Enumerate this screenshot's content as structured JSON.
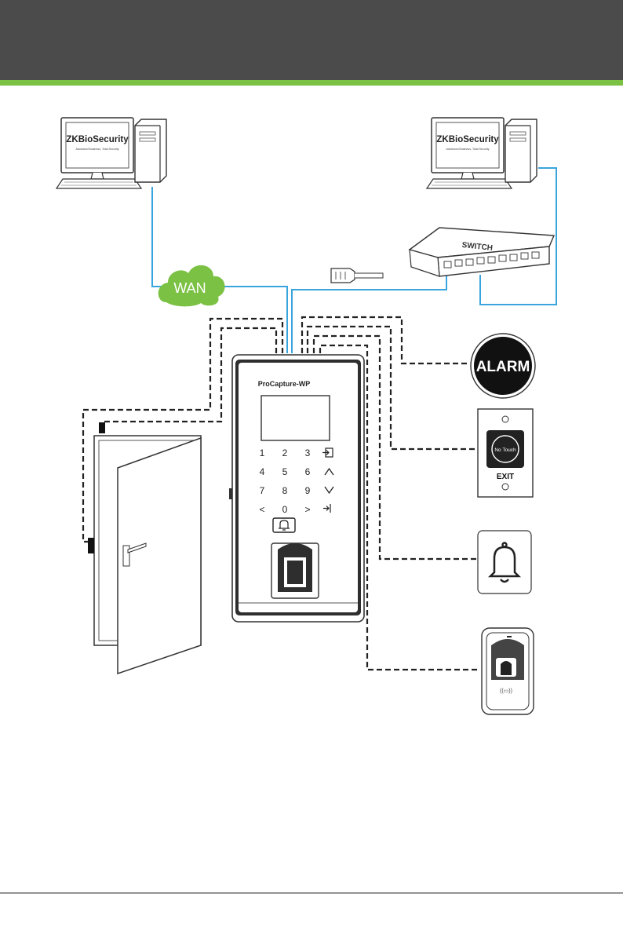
{
  "colors": {
    "header": "#4b4b4b",
    "accent": "#7bc143",
    "network_line": "#3aa4dc",
    "wan_cloud": "#7bc143",
    "device_body": "#2e2e2e"
  },
  "pc_left": {
    "brand": "ZKBioSecurity",
    "tagline": "Advanced Business, Total Security"
  },
  "pc_right": {
    "brand": "ZKBioSecurity",
    "tagline": "Advanced Business, Total Security"
  },
  "wan": {
    "label": "WAN"
  },
  "switch": {
    "label": "SWITCH"
  },
  "device": {
    "model": "ProCapture-WP",
    "keys": [
      {
        "label": "1",
        "icon": ""
      },
      {
        "label": "2",
        "icon": ""
      },
      {
        "label": "3",
        "icon": ""
      },
      {
        "label": "",
        "icon": "login-icon"
      },
      {
        "label": "4",
        "icon": ""
      },
      {
        "label": "5",
        "icon": ""
      },
      {
        "label": "6",
        "icon": ""
      },
      {
        "label": "",
        "icon": "up-icon"
      },
      {
        "label": "7",
        "icon": ""
      },
      {
        "label": "8",
        "icon": ""
      },
      {
        "label": "9",
        "icon": ""
      },
      {
        "label": "",
        "icon": "down-icon"
      },
      {
        "label": "<",
        "icon": ""
      },
      {
        "label": "0",
        "icon": ""
      },
      {
        "label": ">",
        "icon": ""
      },
      {
        "label": "",
        "icon": "logout-icon"
      }
    ],
    "bell_key_icon": "bell-icon"
  },
  "alarm": {
    "label": "ALARM"
  },
  "exit_button": {
    "center_label": "No Touch",
    "label": "EXIT"
  },
  "doorbell": {
    "icon": "bell-icon"
  },
  "reader": {
    "icon": "fingerprint-reader-icon"
  }
}
